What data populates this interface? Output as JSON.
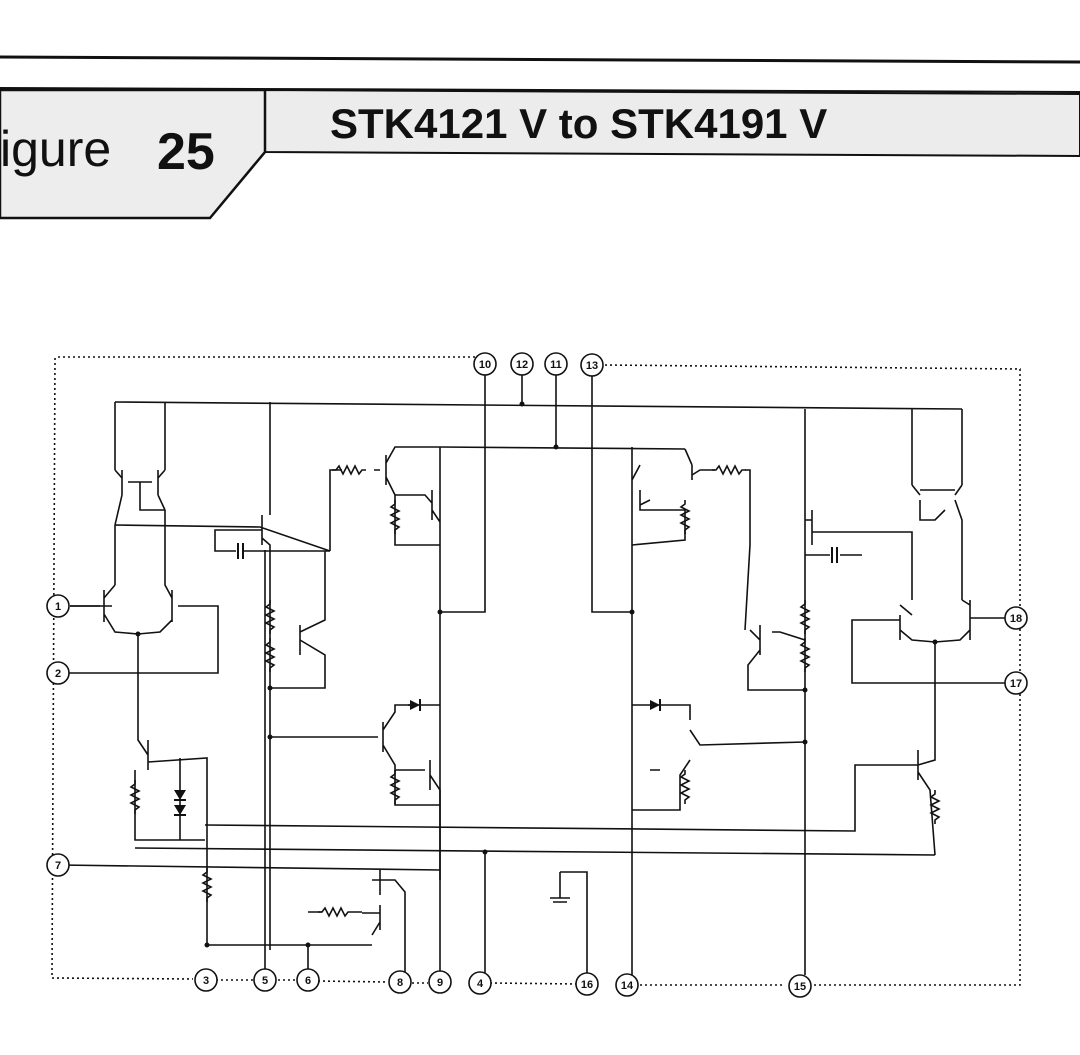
{
  "header": {
    "figure_label": "igure",
    "figure_number": "25",
    "title": "STK4121 V  to  STK4191 V"
  },
  "schematic": {
    "pins": {
      "p1": "1",
      "p2": "2",
      "p3": "3",
      "p4": "4",
      "p5": "5",
      "p6": "6",
      "p7": "7",
      "p8": "8",
      "p9": "9",
      "p10": "10",
      "p11": "11",
      "p12": "12",
      "p13": "13",
      "p14": "14",
      "p15": "15",
      "p16": "16",
      "p17": "17",
      "p18": "18"
    }
  },
  "colors": {
    "ink": "#111111",
    "header_band": "#e9e9e9",
    "paper": "#ffffff"
  }
}
